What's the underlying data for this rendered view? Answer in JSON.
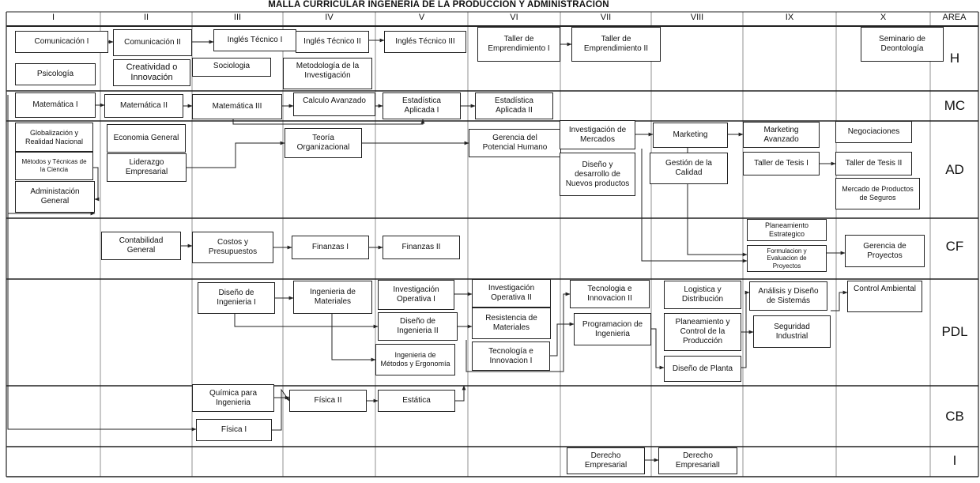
{
  "title": "MALLA CURRICULAR INGENERIA DE LA PRODUCCION Y ADMINISTRACION",
  "columns": [
    "I",
    "II",
    "III",
    "IV",
    "V",
    "VI",
    "VII",
    "VIII",
    "IX",
    "X"
  ],
  "area_header": "AREA",
  "areas": [
    "H",
    "MC",
    "AD",
    "CF",
    "PDL",
    "CB",
    "I"
  ],
  "courses": [
    {
      "id": "com1",
      "label": "Comunicación I"
    },
    {
      "id": "psico",
      "label": "Psicología"
    },
    {
      "id": "com2",
      "label": "Comunicación II"
    },
    {
      "id": "creat",
      "label": "Creatividad o\nInnovación"
    },
    {
      "id": "ingt1",
      "label": "Inglés Técnico I"
    },
    {
      "id": "socio",
      "label": "Sociologia"
    },
    {
      "id": "ingt2",
      "label": "Inglés Técnico II"
    },
    {
      "id": "metinv",
      "label": "Metodología de la\nInvestigación"
    },
    {
      "id": "ingt3",
      "label": "Inglés Técnico III"
    },
    {
      "id": "taller1",
      "label": "Taller de\nEmprendimiento I"
    },
    {
      "id": "taller2",
      "label": "Taller de\nEmprendimiento II"
    },
    {
      "id": "semdeo",
      "label": "Seminario de\nDeontología"
    },
    {
      "id": "mat1",
      "label": "Matemática I"
    },
    {
      "id": "mat2",
      "label": "Matemática II"
    },
    {
      "id": "mat3",
      "label": "Matemática III"
    },
    {
      "id": "calc",
      "label": "Calculo Avanzado"
    },
    {
      "id": "est1",
      "label": "Estadística\nAplicada I"
    },
    {
      "id": "est2",
      "label": "Estadística\nAplicada II"
    },
    {
      "id": "glob",
      "label": "Globalización y\nRealidad Nacional"
    },
    {
      "id": "metodos",
      "label": "Métodos y Técnicas de\nla Ciencia"
    },
    {
      "id": "admgen",
      "label": "Administación\nGeneral"
    },
    {
      "id": "econ",
      "label": "Economia General"
    },
    {
      "id": "lider",
      "label": "Liderazgo\nEmpresarial"
    },
    {
      "id": "teoria",
      "label": "Teoría\nOrganizacional"
    },
    {
      "id": "gerpot",
      "label": "Gerencia del\nPotencial Humano"
    },
    {
      "id": "invmer",
      "label": "Investigación de\nMercados"
    },
    {
      "id": "disdes",
      "label": "Diseño y\ndesarrollo de\nNuevos productos"
    },
    {
      "id": "mkt",
      "label": "Marketing"
    },
    {
      "id": "gescal",
      "label": "Gestión de la\nCalidad"
    },
    {
      "id": "mktav",
      "label": "Marketing\nAvanzado"
    },
    {
      "id": "tt1",
      "label": "Taller de Tesis I"
    },
    {
      "id": "neg",
      "label": "Negociaciones"
    },
    {
      "id": "tt2",
      "label": "Taller de Tesis II"
    },
    {
      "id": "merseg",
      "label": "Mercado de Productos\nde Seguros"
    },
    {
      "id": "cont",
      "label": "Contabilidad\nGeneral"
    },
    {
      "id": "costos",
      "label": "Costos y\nPresupuestos"
    },
    {
      "id": "fin1",
      "label": "Finanzas I"
    },
    {
      "id": "fin2",
      "label": "Finanzas II"
    },
    {
      "id": "planest",
      "label": "Planeamiento\nEstrategico"
    },
    {
      "id": "formul",
      "label": "Formulacion y\nEvaluacion de\nProyectos"
    },
    {
      "id": "gerproy",
      "label": "Gerencia de\nProyectos"
    },
    {
      "id": "disi1",
      "label": "Diseño de\nIngenieria I"
    },
    {
      "id": "ingmat",
      "label": "Ingenieria de\nMateriales"
    },
    {
      "id": "invop1",
      "label": "Investigación\nOperativa I"
    },
    {
      "id": "disi2",
      "label": "Diseño de\nIngenieria II"
    },
    {
      "id": "ingmet",
      "label": "Ingenieria de\nMétodos y Ergonomía"
    },
    {
      "id": "invop2",
      "label": "Investigación\nOperativa II"
    },
    {
      "id": "resmat",
      "label": "Resistencia de\nMateriales"
    },
    {
      "id": "tec1",
      "label": "Tecnología e\nInnovacion I"
    },
    {
      "id": "tec2",
      "label": "Tecnologia e\nInnovacion II"
    },
    {
      "id": "progi",
      "label": "Programacion de\nIngenieria"
    },
    {
      "id": "logis",
      "label": "Logistica y\nDistribución"
    },
    {
      "id": "planprod",
      "label": "Planeamiento y\nControl de la\nProducción"
    },
    {
      "id": "displ",
      "label": "Diseño de Planta"
    },
    {
      "id": "analis",
      "label": "Análisis y Diseño\nde Sistemás"
    },
    {
      "id": "segind",
      "label": "Seguridad\nIndustrial"
    },
    {
      "id": "ctrlamb",
      "label": "Control Ambiental"
    },
    {
      "id": "quim",
      "label": "Química para\nIngenieria"
    },
    {
      "id": "fis1",
      "label": "Física I"
    },
    {
      "id": "fis2",
      "label": "Física II"
    },
    {
      "id": "estat",
      "label": "Estática"
    },
    {
      "id": "der1",
      "label": "Derecho\nEmpresarial"
    },
    {
      "id": "der2",
      "label": "Derecho\nEmpresarialI"
    }
  ]
}
